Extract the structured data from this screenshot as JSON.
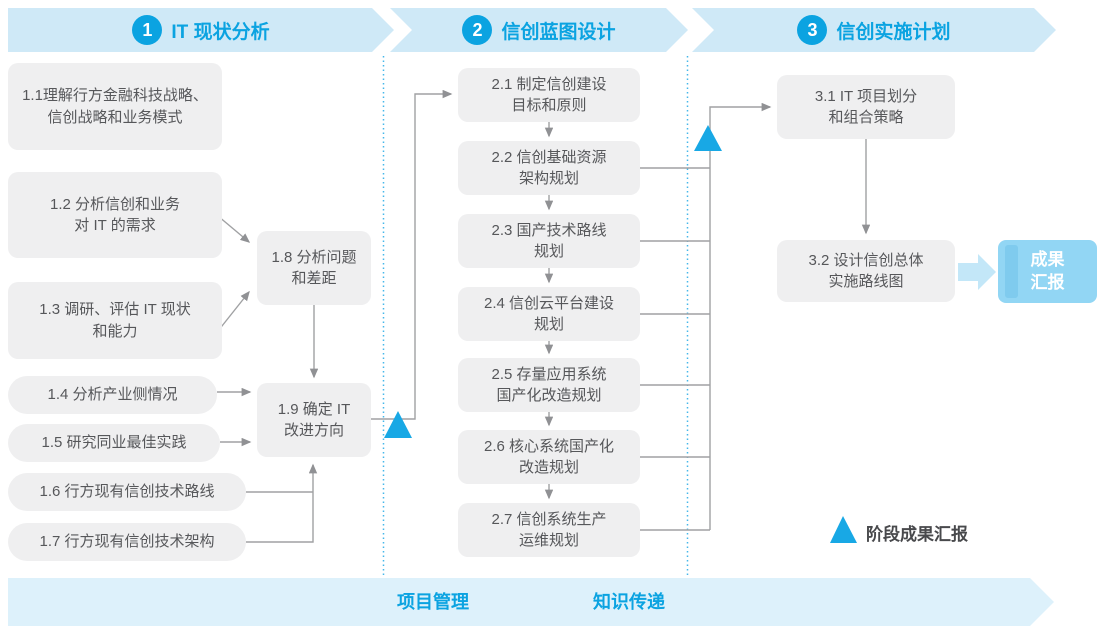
{
  "colors": {
    "accent": "#0ba3e1",
    "banner_bg": "#cfe9f7",
    "footer_bg": "#ddf1fb",
    "box_bg": "#efeff0",
    "box_text": "#56575a",
    "wire": "#a0a1a3",
    "dotted_divider": "#45b7ea",
    "result_bg": "#92d6f4"
  },
  "phases": [
    {
      "num": "1",
      "label": "IT 现状分析"
    },
    {
      "num": "2",
      "label": "信创蓝图设计"
    },
    {
      "num": "3",
      "label": "信创实施计划"
    }
  ],
  "nodes": {
    "n11": {
      "l1": "1.1理解行方金融科技战略、",
      "l2": "信创战略和业务模式"
    },
    "n12": {
      "l1": "1.2 分析信创和业务",
      "l2": "对 IT 的需求"
    },
    "n13": {
      "l1": "1.3 调研、评估 IT 现状",
      "l2": "和能力"
    },
    "n14": {
      "l1": "1.4 分析产业侧情况"
    },
    "n15": {
      "l1": "1.5 研究同业最佳实践"
    },
    "n16": {
      "l1": "1.6 行方现有信创技术路线"
    },
    "n17": {
      "l1": "1.7 行方现有信创技术架构"
    },
    "n18": {
      "l1": "1.8 分析问题",
      "l2": "和差距"
    },
    "n19": {
      "l1": "1.9 确定 IT",
      "l2": "改进方向"
    },
    "n21": {
      "l1": "2.1 制定信创建设",
      "l2": "目标和原则"
    },
    "n22": {
      "l1": "2.2 信创基础资源",
      "l2": "架构规划"
    },
    "n23": {
      "l1": "2.3 国产技术路线",
      "l2": "规划"
    },
    "n24": {
      "l1": "2.4 信创云平台建设",
      "l2": "规划"
    },
    "n25": {
      "l1": "2.5 存量应用系统",
      "l2": "国产化改造规划"
    },
    "n26": {
      "l1": "2.6 核心系统国产化",
      "l2": "改造规划"
    },
    "n27": {
      "l1": "2.7 信创系统生产",
      "l2": "运维规划"
    },
    "n31": {
      "l1": "3.1 IT 项目划分",
      "l2": "和组合策略"
    },
    "n32": {
      "l1": "3.2 设计信创总体",
      "l2": "实施路线图"
    },
    "result": {
      "l1": "成果",
      "l2": "汇报"
    }
  },
  "legend": {
    "label": "阶段成果汇报"
  },
  "footer": {
    "items": [
      "项目管理",
      "知识传递"
    ]
  }
}
